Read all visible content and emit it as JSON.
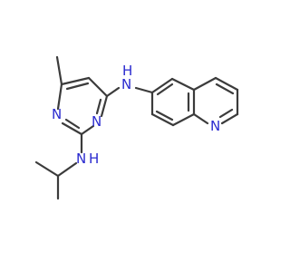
{
  "molecule": {
    "atom_labels": {
      "n_amine_top": "N",
      "h_amine_top": "H",
      "n_pyrimidine_left": "N",
      "n_pyrimidine_right": "N",
      "n_amine_bottom": "N",
      "h_amine_bottom": "H",
      "n_quinoline": "N"
    },
    "colors": {
      "bond": "#3b3b3b",
      "heteroatom": "#2a2acf",
      "background": "#ffffff"
    }
  }
}
